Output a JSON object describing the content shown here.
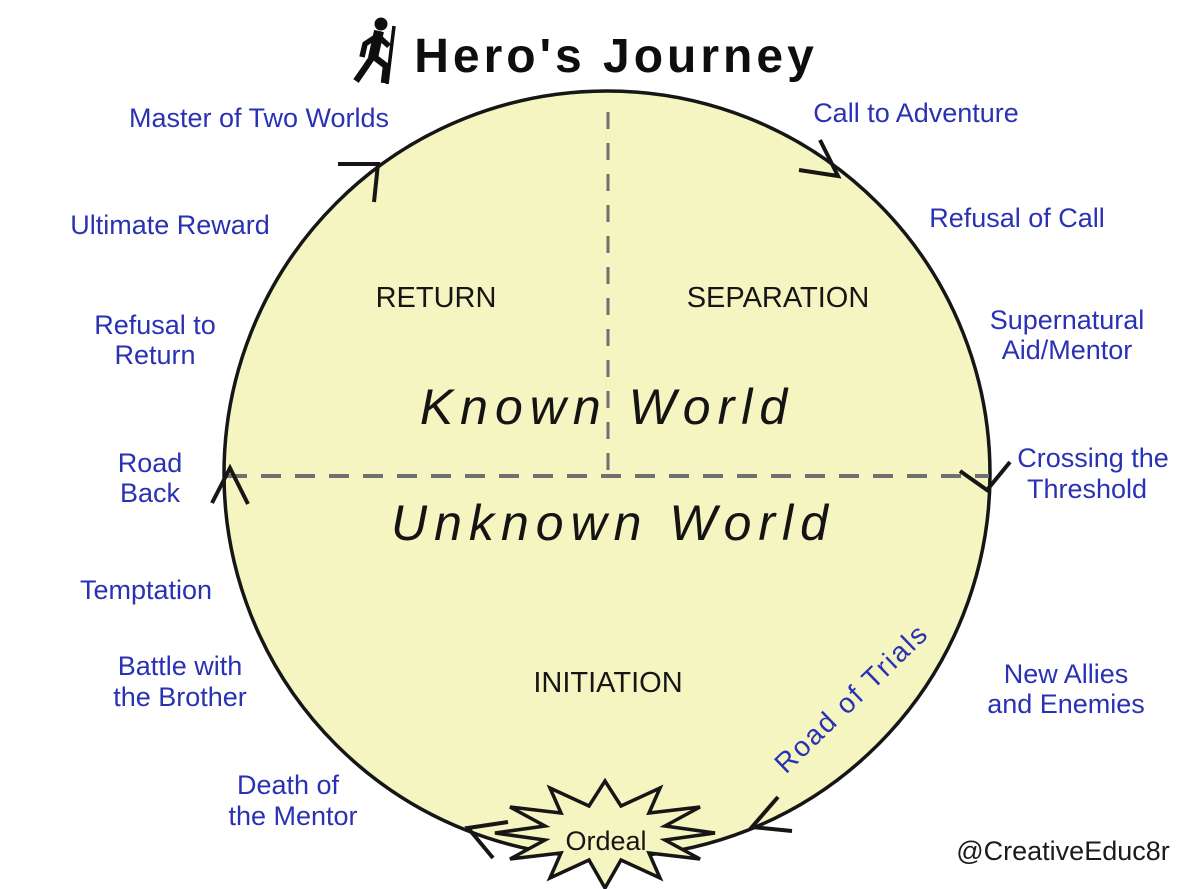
{
  "title": "Hero's Journey",
  "title_icon": "hiker-icon",
  "credit": "@CreativeEduc8r",
  "circle": {
    "known_world": "Known World",
    "unknown_world": "Unknown World",
    "phase_return": "RETURN",
    "phase_separation": "SEPARATION",
    "phase_initiation": "INITIATION",
    "road_of_trials": "Road of Trials",
    "ordeal": "Ordeal"
  },
  "stages": {
    "call_to_adventure": {
      "line1": "Call to Adventure"
    },
    "refusal_of_call": {
      "line1": "Refusal of Call"
    },
    "supernatural_aid_mentor": {
      "line1": "Supernatural",
      "line2": "Aid/Mentor"
    },
    "crossing_the_threshold": {
      "line1": "Crossing the",
      "line2": "Threshold"
    },
    "new_allies_and_enemies": {
      "line1": "New Allies",
      "line2": "and Enemies"
    },
    "death_of_the_mentor": {
      "line1": "Death of",
      "line2": "the Mentor"
    },
    "battle_with_the_brother": {
      "line1": "Battle with",
      "line2": "the Brother"
    },
    "temptation": {
      "line1": "Temptation"
    },
    "road_back": {
      "line1": "Road",
      "line2": "Back"
    },
    "refusal_to_return": {
      "line1": "Refusal to",
      "line2": "Return"
    },
    "ultimate_reward": {
      "line1": "Ultimate Reward"
    },
    "master_of_two_worlds": {
      "line1": "Master of Two Worlds"
    }
  },
  "colors": {
    "background": "#ffffff",
    "circle_fill": "#f5f5c1",
    "outline_black": "#161616",
    "label_blue": "#2a32b4",
    "dash_gray": "#707070"
  }
}
